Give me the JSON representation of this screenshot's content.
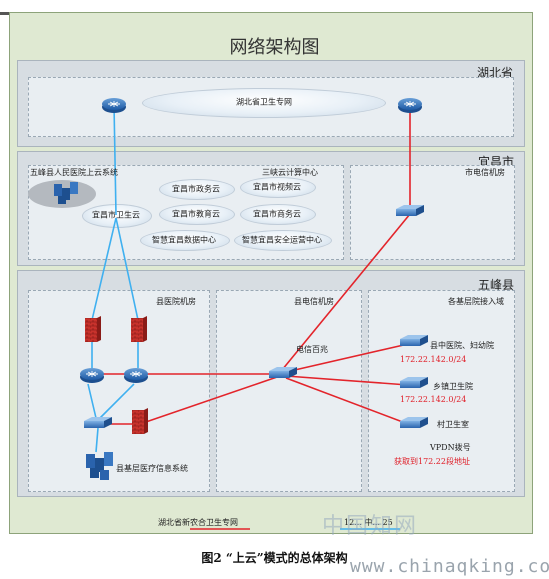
{
  "title": "网络架构图",
  "regions": {
    "hubei": "湖北省",
    "yichang": "宜昌市",
    "wufeng": "五峰县"
  },
  "hubei_area": {
    "cloud": "湖北省卫生专网"
  },
  "yichang_area": {
    "hospital_system": "五峰县人民医院上云系统",
    "health_cloud": "宜昌市卫生云",
    "telecom_room": "市电信机房",
    "clouds": [
      "宜昌市政务云",
      "宜昌市视频云",
      "宜昌市教育云",
      "宜昌市商务云",
      "智慧宜昌数据中心",
      "智慧宜昌安全运营中心"
    ],
    "sanxia": "三峡云计算中心"
  },
  "wufeng_area": {
    "hospital_room": "县医院机房",
    "telecom_room": "县电信机房",
    "access": "各基层院接入域",
    "telecom_hub": "电信百兆",
    "grassroots_system": "县基层医疗信息系统",
    "sites": [
      {
        "name": "县中医院、妇幼院",
        "ip": "172.22.142.0/24"
      },
      {
        "name": "乡镇卫生院",
        "ip": "172.22.142.0/24"
      },
      {
        "name": "村卫生室",
        "ip": ""
      }
    ],
    "vpdn": "VPDN拨号",
    "vpdn_note": "获取到172.22段地址"
  },
  "legend": {
    "red_line": "湖北省新农合卫生专网",
    "blue_line_fragment": "12... 中... 25"
  },
  "caption": "图2 “上云”模式的总体架构",
  "watermark": "www.chinaqking.com",
  "watermark_cn": "中国知网"
}
